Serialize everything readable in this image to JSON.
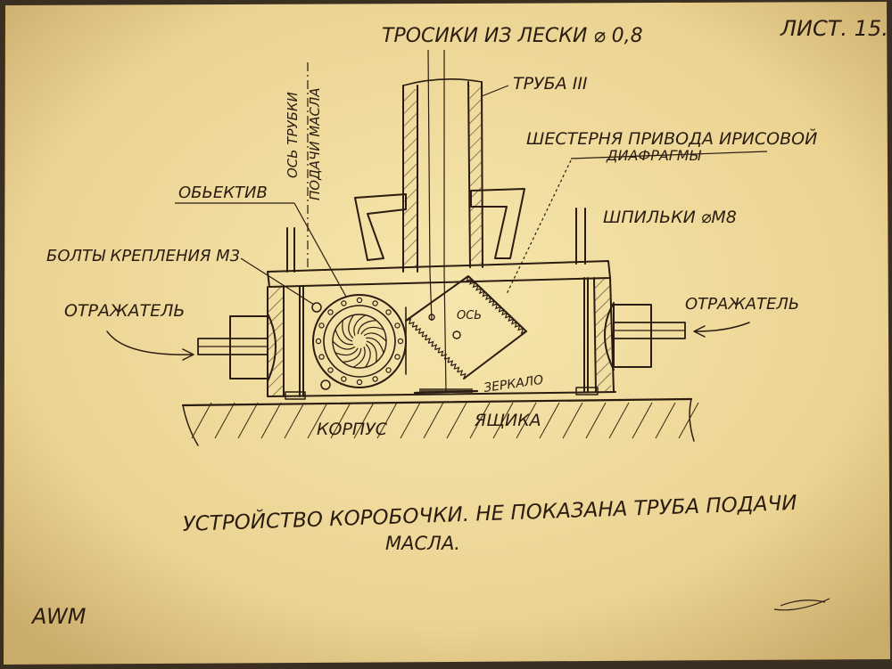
{
  "sheet": {
    "number": "ЛИСТ. 15.",
    "signature": "AWM",
    "paper_color": "#f3e2a6",
    "ink_color": "#2a1c10"
  },
  "labels": {
    "cables": "ТРОСИКИ ИЗ ЛЕСКИ ⌀ 0,8",
    "pipe": "ТРУБА III",
    "gear": "ШЕСТЕРНЯ ПРИВОДА ИРИСОВОЙ",
    "gear_2": "ДИАФРАГМЫ",
    "studs": "ШПИЛЬКИ ⌀М8",
    "lens": "ОБЬЕКТИВ",
    "bolts": "БОЛТЫ КРЕПЛЕНИЯ М3",
    "reflector_left": "ОТРАЖАТЕЛЬ",
    "reflector_right": "ОТРАЖАТЕЛЬ",
    "axis": "ОСЬ",
    "mirror": "ЗЕРКАЛО",
    "body_1": "КОРПУС",
    "body_2": "ЯЩИКА",
    "tube_axis_1": "ОСЬ ТРУБКИ",
    "tube_axis_2": "ПОДАЧИ МАСЛА"
  },
  "caption": {
    "line1": "УСТРОЙСТВО КОРОБОЧКИ. НЕ ПОКАЗАНА ТРУБА ПОДАЧИ",
    "line2": "МАСЛА."
  }
}
